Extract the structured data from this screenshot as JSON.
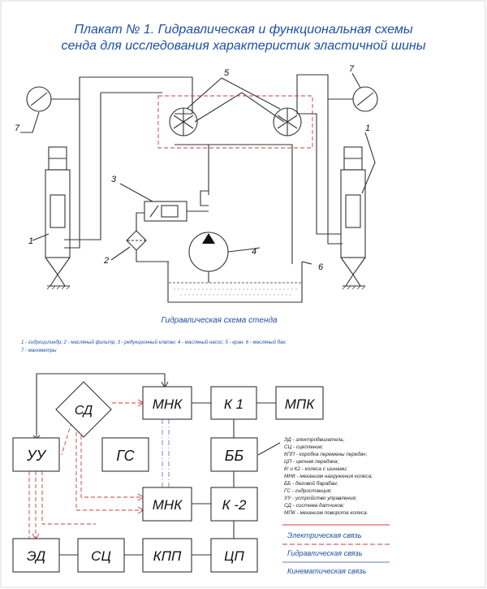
{
  "title": {
    "line1": "Плакат № 1. Гидравлическая и функциональная схемы",
    "line2": "сенда для исследования характеристик эластичной шины"
  },
  "hydraulic": {
    "caption": "Гидравлическая схема стенда",
    "callouts": [
      "1",
      "1",
      "2",
      "3",
      "4",
      "5",
      "6",
      "7",
      "7"
    ],
    "legend_line1": "1 - гидроцилиндр; 2 - масляный фильтр; 3 - редукционный клапан; 4 - масляный насос; 5 - кран;  6 - масляный бак;",
    "legend_line2": "7 - манометры"
  },
  "functional": {
    "blocks": {
      "uu": "УУ",
      "sd": "СД",
      "gs": "ГС",
      "mnk_top": "МНК",
      "k1": "К 1",
      "mpk": "МПК",
      "bb": "ББ",
      "mnk_bottom": "МНК",
      "k2": "К -2",
      "ed": "ЭД",
      "sc": "СЦ",
      "kpp": "КПП",
      "cp": "ЦП"
    },
    "abbreviations": [
      "ЭД - электродвигатель;",
      "СЦ - сцепление;",
      "КПП - коробка перемены передач;",
      "ЦП - цепная передача;",
      "К! и К2 - колеса с шинами;",
      "МНК - механизм нагружения колеса;",
      "ББ - беговой барабан;",
      "ГС - гидростанция;",
      "УУ - устройство управления;",
      "СД - система датчиков;",
      "МПК - механизм поворота колеса."
    ],
    "line_legend": {
      "electric": "Электрическая связь",
      "hydraulic": "Гидравлическая связь",
      "kinematic": "Кинематическая связь"
    }
  },
  "colors": {
    "title": "#1d4fa6",
    "electric": "#d23a3a",
    "hydraulic": "#6b78c8",
    "lines": "#333333"
  }
}
